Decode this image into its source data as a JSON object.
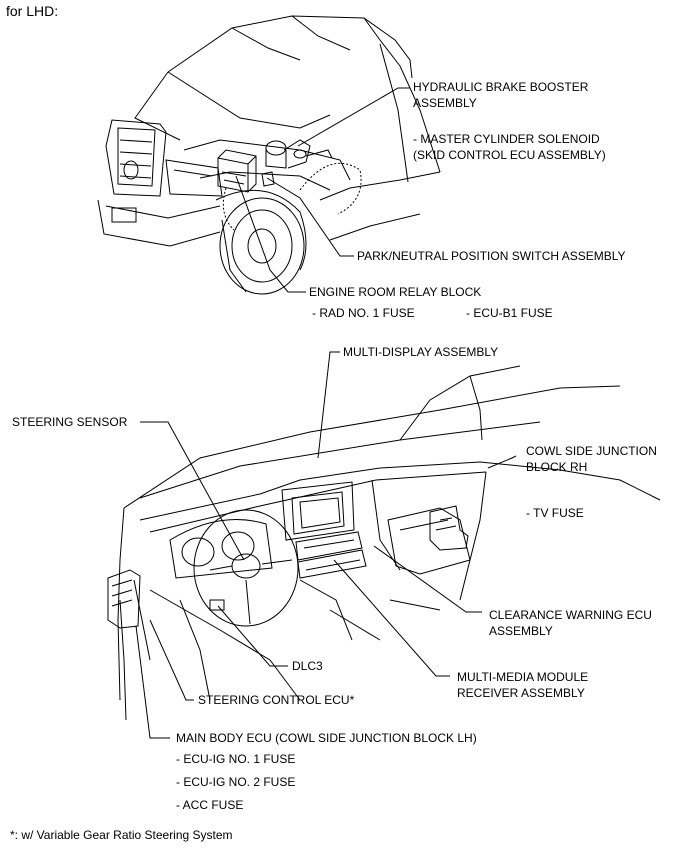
{
  "header": {
    "title": "for LHD:"
  },
  "top_callouts": {
    "brake_booster": {
      "line1": "HYDRAULIC BRAKE BOOSTER",
      "line2": "ASSEMBLY"
    },
    "master_cyl": {
      "line1": "- MASTER CYLINDER SOLENOID",
      "line2": "(SKID CONTROL ECU ASSEMBLY)"
    },
    "park_neutral": "PARK/NEUTRAL POSITION SWITCH ASSEMBLY",
    "relay_block": "ENGINE ROOM RELAY BLOCK",
    "rad_fuse": "- RAD NO. 1 FUSE",
    "ecu_b1_fuse": "- ECU-B1 FUSE"
  },
  "bottom_callouts": {
    "multi_display": "MULTI-DISPLAY ASSEMBLY",
    "steering_sensor": "STEERING SENSOR",
    "cowl_rh": {
      "line1": "COWL SIDE JUNCTION",
      "line2": "BLOCK RH"
    },
    "tv_fuse": "- TV FUSE",
    "clearance": {
      "line1": "CLEARANCE WARNING ECU",
      "line2": "ASSEMBLY"
    },
    "dlc3": "DLC3",
    "multimedia": {
      "line1": "MULTI-MEDIA MODULE",
      "line2": "RECEIVER ASSEMBLY"
    },
    "steering_ecu": "STEERING CONTROL ECU*",
    "main_body": "MAIN BODY ECU (COWL SIDE JUNCTION BLOCK LH)",
    "fuses": [
      "- ECU-IG NO. 1 FUSE",
      "- ECU-IG NO. 2 FUSE",
      "- ACC FUSE"
    ]
  },
  "footnote": "*: w/ Variable Gear Ratio Steering System"
}
